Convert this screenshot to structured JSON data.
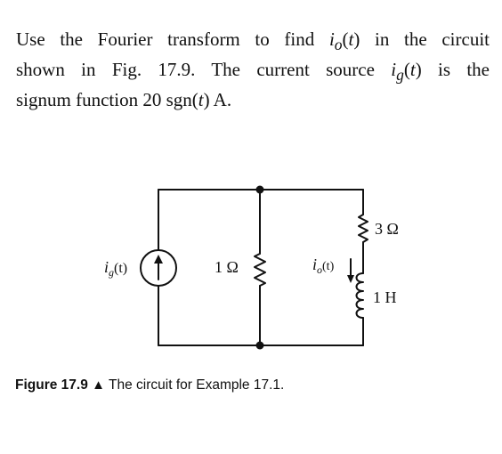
{
  "problem": {
    "line1_a": "Use the Fourier transform to find ",
    "line1_var": "i",
    "line1_sub": "o",
    "line1_b": "(",
    "line1_t": "t",
    "line1_c": ") in the circuit",
    "line2_a": "shown in Fig. 17.9. The current source ",
    "line2_var": "i",
    "line2_sub": "g",
    "line2_b": "(",
    "line2_t": "t",
    "line2_c": ") is the",
    "line3_a": "signum function 20 sgn(",
    "line3_t": "t",
    "line3_c": ") A."
  },
  "circuit": {
    "source_label_var": "i",
    "source_label_sub": "g",
    "source_label_paren": "(t)",
    "resistor_1_label": "1 Ω",
    "resistor_3_label": "3 Ω",
    "inductor_label": "1 H",
    "current_label_var": "i",
    "current_label_sub": "o",
    "current_label_paren": "(t)"
  },
  "caption": {
    "figure_number": "Figure 17.9",
    "triangle": "▲",
    "text": "The circuit for Example 17.1."
  }
}
